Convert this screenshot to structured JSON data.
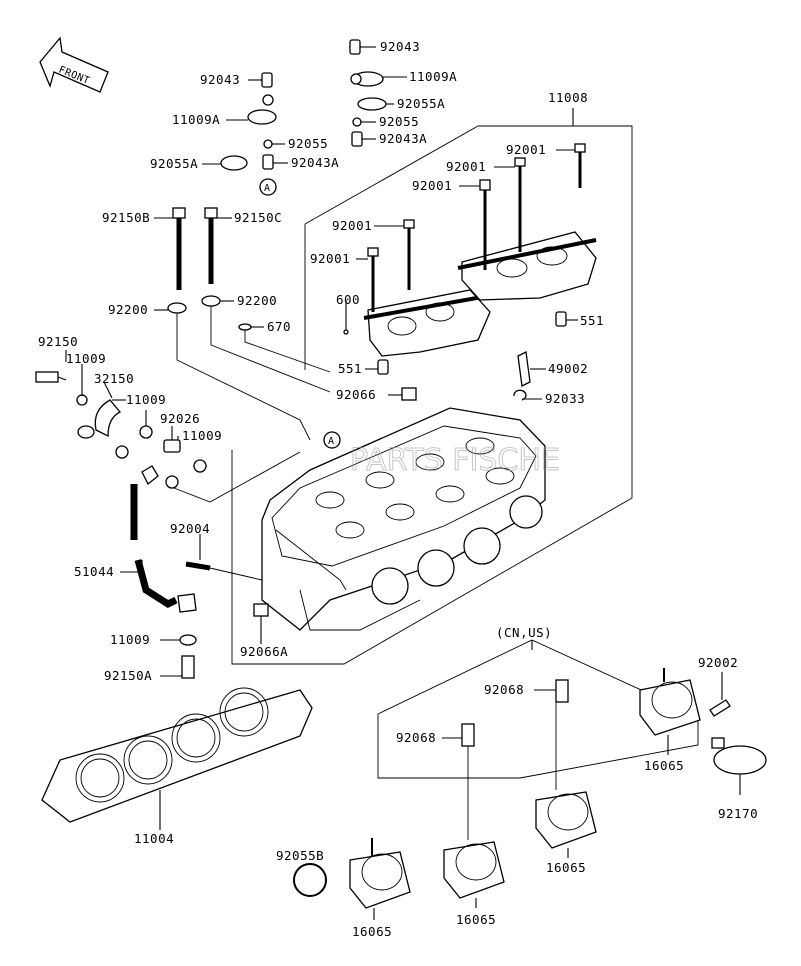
{
  "front_label": "FRONT",
  "callouts": [
    "A",
    "A"
  ],
  "variant_note": "(CN,US)",
  "labels": {
    "p92043_top": "92043",
    "p11009A_top": "11009A",
    "p92055A_top": "92055A",
    "p92055_top": "92055",
    "p92043A_top": "92043A",
    "p92043_left": "92043",
    "p11009A_left": "11009A",
    "p92055_left": "92055",
    "p92055A_left": "92055A",
    "p92043A_left": "92043A",
    "p11008": "11008",
    "p92001_a": "92001",
    "p92001_b": "92001",
    "p92001_c": "92001",
    "p92001_d": "92001",
    "p92001_e": "92001",
    "p92150B": "92150B",
    "p92150C": "92150C",
    "p92200_a": "92200",
    "p92200_b": "92200",
    "p670": "670",
    "p600": "600",
    "p551_a": "551",
    "p551_b": "551",
    "p49002": "49002",
    "p92066": "92066",
    "p92033": "92033",
    "p92150": "92150",
    "p11009_a": "11009",
    "p32150": "32150",
    "p11009_b": "11009",
    "p92026": "92026",
    "p11009_c": "11009",
    "p92004": "92004",
    "p51044": "51044",
    "p92066A": "92066A",
    "p11009_d": "11009",
    "p92150A": "92150A",
    "p11004": "11004",
    "p92068_a": "92068",
    "p92068_b": "92068",
    "p92002": "92002",
    "p16065_a": "16065",
    "p16065_b": "16065",
    "p16065_c": "16065",
    "p16065_d": "16065",
    "p92170": "92170",
    "p92055B": "92055B"
  },
  "watermark": "PARTS FISCHE"
}
